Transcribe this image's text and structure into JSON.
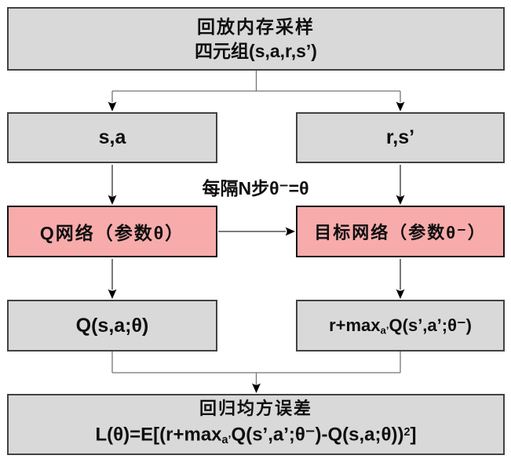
{
  "colors": {
    "background": "#ffffff",
    "box_fill_gray": "#d9d9d9",
    "box_border_gray": "#424242",
    "box_fill_pink": "#f8abab",
    "box_border_pink": "#141414",
    "connector_line": "#757575",
    "arrow_line": "#2f2f2f",
    "arrowhead": "#000000"
  },
  "nodes": {
    "replay": {
      "line1": "回放内存采样",
      "line2": "四元组(s,a,r,s’)"
    },
    "state_action": {
      "label": "s,a"
    },
    "reward_next_state": {
      "label": "r,s’"
    },
    "sync_note": {
      "label": "每隔N步θ⁻=θ"
    },
    "q_network": {
      "label": "Q网络（参数θ）"
    },
    "target_network": {
      "label": "目标网络（参数θ⁻）"
    },
    "q_value": {
      "label": "Q(s,a;θ)"
    },
    "target_value": {
      "segments": [
        {
          "t": "r+max",
          "s": ""
        },
        {
          "t": "a’",
          "s": "sub"
        },
        {
          "t": "Q(s’,a’;θ⁻)",
          "s": ""
        }
      ]
    },
    "loss": {
      "line1": "回归均方误差",
      "segments": [
        {
          "t": "L(θ)=E[(r+max",
          "s": ""
        },
        {
          "t": "a’",
          "s": "sub"
        },
        {
          "t": "Q(s’,a’;θ⁻)-Q(s,a;θ))",
          "s": ""
        },
        {
          "t": "2",
          "s": "sup"
        },
        {
          "t": "]",
          "s": ""
        }
      ]
    }
  }
}
